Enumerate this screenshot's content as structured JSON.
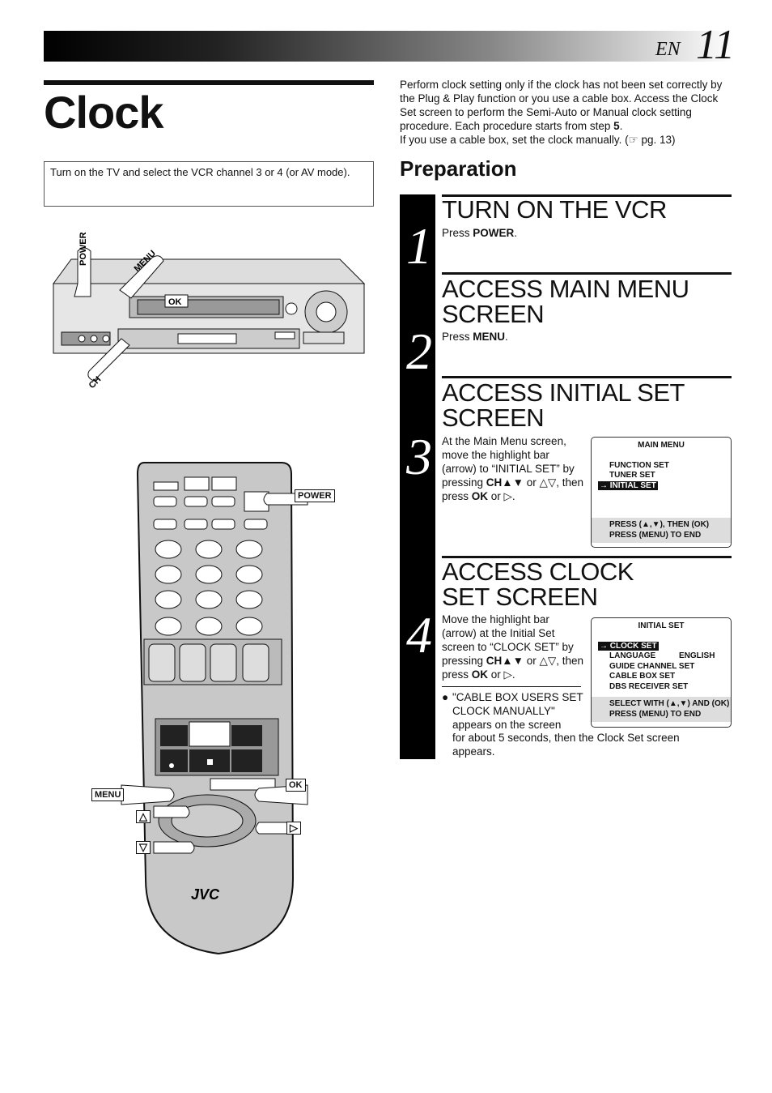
{
  "header": {
    "lang": "EN",
    "page_number": "11"
  },
  "title": "Clock",
  "note": "Turn on the TV and select the VCR channel 3 or 4 (or AV mode).",
  "intro": {
    "line1a": "Perform clock setting only if the clock has not been set correctly by the Plug & Play function or you use a cable box. Access the Clock Set screen to perform the Semi-Auto or Manual clock setting procedure. Each procedure starts from step ",
    "line1b": "5",
    "line1c": ".",
    "line2": "If you use a cable box, set the clock manually. (☞ pg. 13)"
  },
  "preparation": "Preparation",
  "steps": [
    {
      "num": "1",
      "heading": "TURN ON THE VCR",
      "pre": "Press ",
      "bold": "POWER",
      "post": "."
    },
    {
      "num": "2",
      "heading": "ACCESS MAIN MENU SCREEN",
      "pre": "Press ",
      "bold": "MENU",
      "post": "."
    },
    {
      "num": "3",
      "heading": "ACCESS INITIAL SET SCREEN",
      "t1": "At the Main Menu screen, move the highlight bar (arrow) to “INITIAL SET” by pressing ",
      "b1": "CH▲▼",
      "t2": " or △▽, then press ",
      "b2": "OK",
      "t3": " or ▷."
    },
    {
      "num": "4",
      "heading": "ACCESS CLOCK SET SCREEN",
      "t1": "Move the highlight bar (arrow) at the Initial Set screen to “CLOCK SET” by pressing ",
      "b1": "CH▲▼",
      "t2": " or △▽, then press ",
      "b2": "OK",
      "t3": " or ▷.",
      "bullet": "\"CABLE BOX USERS SET CLOCK MANUALLY\" appears on the screen",
      "bullet2": "for about 5 seconds, then the Clock Set screen appears."
    }
  ],
  "osd_main": {
    "title": "MAIN MENU",
    "items": [
      "FUNCTION SET",
      "TUNER SET"
    ],
    "selected": "→ INITIAL SET",
    "footer1": "PRESS (▲,▼), THEN (OK)",
    "footer2": "PRESS (MENU) TO END"
  },
  "osd_initial": {
    "title": "INITIAL SET",
    "selected": "→ CLOCK SET",
    "lang_label": "LANGUAGE",
    "lang_value": "ENGLISH",
    "items": [
      "GUIDE CHANNEL SET",
      "CABLE BOX SET",
      "DBS RECEIVER SET"
    ],
    "footer1": "SELECT WITH (▲,▼) AND (OK)",
    "footer2": "PRESS (MENU) TO END"
  },
  "vcr_labels": {
    "power": "POWER",
    "menu": "MENU",
    "ok": "OK",
    "ch": "CH"
  },
  "remote_labels": {
    "power": "POWER",
    "menu": "MENU",
    "ok": "OK",
    "up": "△",
    "right": "▷",
    "down": "▽",
    "brand": "JVC"
  }
}
